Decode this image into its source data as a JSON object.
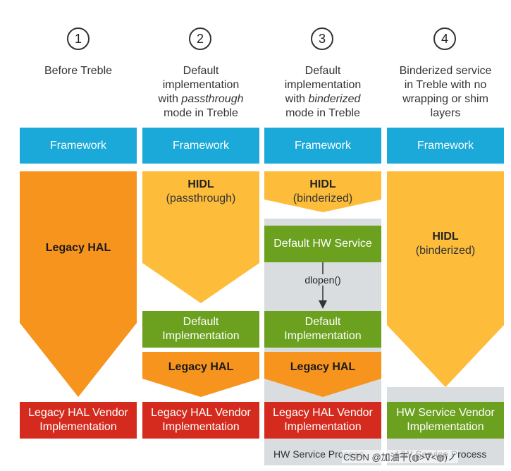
{
  "columns": [
    {
      "number": "1",
      "heading": [
        "Before Treble"
      ],
      "framework": "Framework",
      "hal_label": "Legacy HAL",
      "vendor": [
        "Legacy HAL Vendor",
        "Implementation"
      ]
    },
    {
      "number": "2",
      "heading_lines": [
        "Default",
        "implementation"
      ],
      "heading_with": "with ",
      "heading_italic": "passthrough",
      "heading_end": "mode in Treble",
      "framework": "Framework",
      "hidl_title": "HIDL",
      "hidl_mode": "(passthrough)",
      "default_impl": [
        "Default",
        "Implementation"
      ],
      "legacy_hal": "Legacy HAL",
      "vendor": [
        "Legacy HAL Vendor",
        "Implementation"
      ]
    },
    {
      "number": "3",
      "heading_lines": [
        "Default",
        "implementation"
      ],
      "heading_with": "with ",
      "heading_italic": "binderized",
      "heading_end": "mode in Treble",
      "framework": "Framework",
      "hidl_title": "HIDL",
      "hidl_mode": "(binderized)",
      "default_hw_service": "Default HW Service",
      "dlopen": "dlopen()",
      "default_impl": [
        "Default",
        "Implementation"
      ],
      "legacy_hal": "Legacy HAL",
      "vendor": [
        "Legacy HAL Vendor",
        "Implementation"
      ],
      "footer": "HW Service Process"
    },
    {
      "number": "4",
      "heading": [
        "Binderized service",
        "in Treble with no",
        "wrapping or shim",
        "layers"
      ],
      "framework": "Framework",
      "hidl_title": "HIDL",
      "hidl_mode": "(binderized)",
      "vendor": [
        "HW Service Vendor",
        "Implementation"
      ],
      "footer": "HW Service Process"
    }
  ],
  "colors": {
    "framework": "#1aa9d8",
    "legacy_orange": "#f7941d",
    "hidl_yellow": "#fdbd3b",
    "green": "#6ba11f",
    "red": "#d52b1e",
    "grey": "#d9dde0"
  },
  "watermark": "CSDN @加油干(◍>∇<◍)ノ"
}
